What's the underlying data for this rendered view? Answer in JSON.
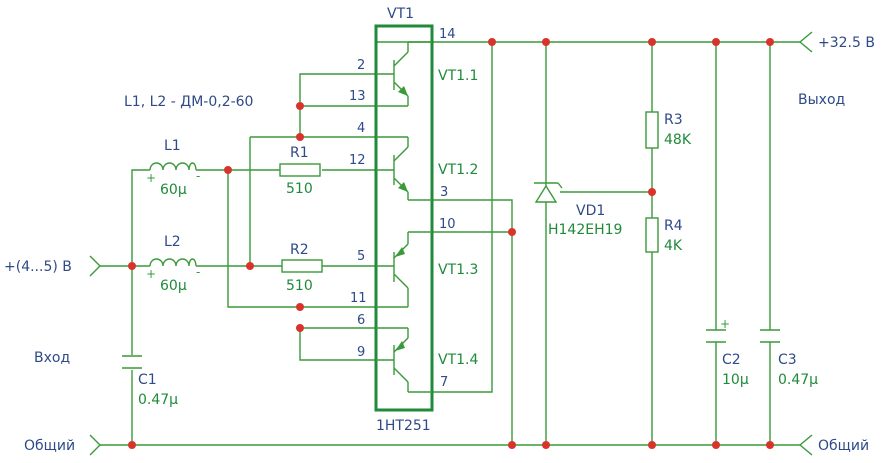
{
  "chip": {
    "ref": "VT1",
    "part": "1HT251"
  },
  "transistors": [
    {
      "ref": "VT1.1",
      "pins": [
        "2",
        "13",
        "14"
      ]
    },
    {
      "ref": "VT1.2",
      "pins": [
        "4",
        "12",
        "3"
      ]
    },
    {
      "ref": "VT1.3",
      "pins": [
        "10",
        "5",
        "11"
      ]
    },
    {
      "ref": "VT1.4",
      "pins": [
        "6",
        "9",
        "7"
      ]
    }
  ],
  "inductor_note": "L1, L2 - ДМ-0,2-60",
  "inductors": [
    {
      "ref": "L1",
      "value": "60μ"
    },
    {
      "ref": "L2",
      "value": "60μ"
    }
  ],
  "resistors": [
    {
      "ref": "R1",
      "value": "510"
    },
    {
      "ref": "R2",
      "value": "510"
    },
    {
      "ref": "R3",
      "value": "48K"
    },
    {
      "ref": "R4",
      "value": "4K"
    }
  ],
  "diode": {
    "ref": "VD1",
    "part": "H142EH19"
  },
  "capacitors": [
    {
      "ref": "C1",
      "value": "0.47μ"
    },
    {
      "ref": "C2",
      "value": "10μ"
    },
    {
      "ref": "C3",
      "value": "0.47μ"
    }
  ],
  "terminals": {
    "input_voltage": "+(4...5) В",
    "input_label": "Вход",
    "output_voltage": "+32.5 В",
    "output_label": "Выход",
    "common_left": "Общий",
    "common_right": "Общий"
  },
  "signs": {
    "plus": "+",
    "minus": "-"
  },
  "colors": {
    "wire": "#3a9a3a",
    "ic_box": "#1f8a3a",
    "junction": "#d9342b",
    "ref_text": "#1f8a3a",
    "value_text": "#2f4a88"
  }
}
